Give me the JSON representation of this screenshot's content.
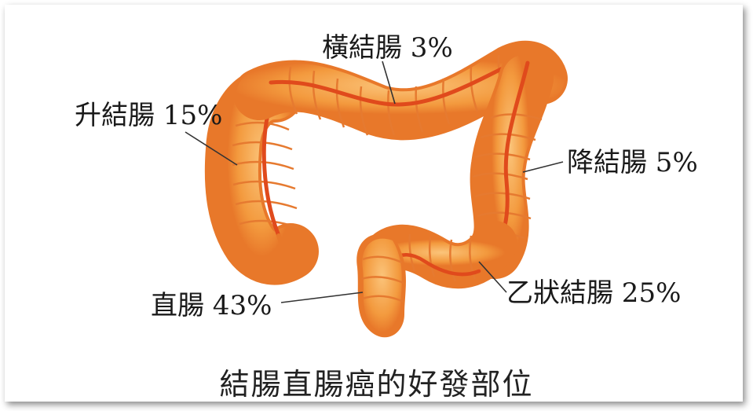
{
  "labels": {
    "transverse": "橫結腸 3%",
    "ascending": "升結腸 15%",
    "descending": "降結腸 5%",
    "sigmoid": "乙狀結腸 25%",
    "rectum": "直腸 43%"
  },
  "caption": "結腸直腸癌的好發部位",
  "colors": {
    "colon_fill": "#f4a24a",
    "colon_dark": "#e2702a",
    "colon_line": "#e04a1c",
    "text": "#1a1a1a"
  }
}
